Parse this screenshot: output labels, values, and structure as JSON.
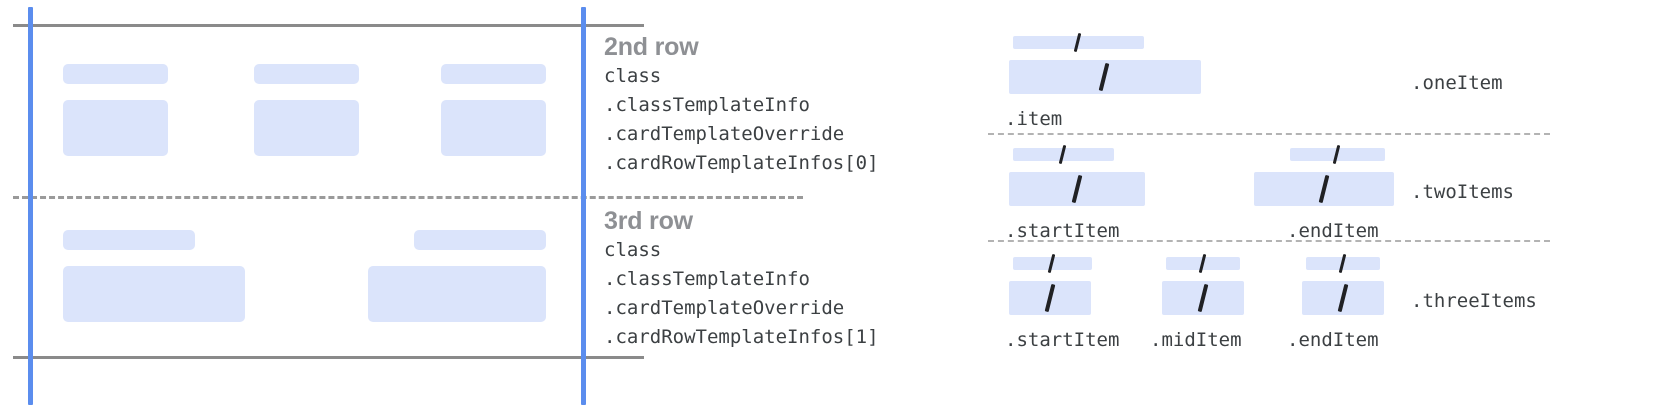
{
  "left_panel": {
    "name": "card-row-grid-preview",
    "rows": [
      {
        "name": "second-row",
        "cells": [
          {
            "title_placeholder": "",
            "body_placeholder": ""
          },
          {
            "title_placeholder": "",
            "body_placeholder": ""
          },
          {
            "title_placeholder": "",
            "body_placeholder": ""
          }
        ]
      },
      {
        "name": "third-row",
        "cells": [
          {
            "title_placeholder": "",
            "body_placeholder": ""
          },
          {
            "title_placeholder": "",
            "body_placeholder": ""
          }
        ]
      }
    ]
  },
  "annotations": [
    {
      "title": "2nd row",
      "code_lines": [
        "class",
        ".classTemplateInfo",
        ".cardTemplateOverride",
        ".cardRowTemplateInfos[0]"
      ]
    },
    {
      "title": "3rd row",
      "code_lines": [
        "class",
        ".classTemplateInfo",
        ".cardTemplateOverride",
        ".cardRowTemplateInfos[1]"
      ]
    }
  ],
  "item_layouts": [
    {
      "name": "one-item",
      "right_label": ".oneItem",
      "items": [
        {
          "label": ".item"
        }
      ]
    },
    {
      "name": "two-items",
      "right_label": ".twoItems",
      "items": [
        {
          "label": ".startItem"
        },
        {
          "label": ".endItem"
        }
      ]
    },
    {
      "name": "three-items",
      "right_label": ".threeItems",
      "items": [
        {
          "label": ".startItem"
        },
        {
          "label": ".midItem"
        },
        {
          "label": ".endItem"
        }
      ]
    }
  ],
  "colors": {
    "placeholder_blue": "#dbe4fb",
    "guide_blue": "#5b8dee",
    "guide_gray": "#8a8a8a",
    "heading_gray": "#8e9094",
    "code_text": "#3c4043",
    "dotted_separator": "#b3b3b3",
    "background": "#ffffff"
  }
}
